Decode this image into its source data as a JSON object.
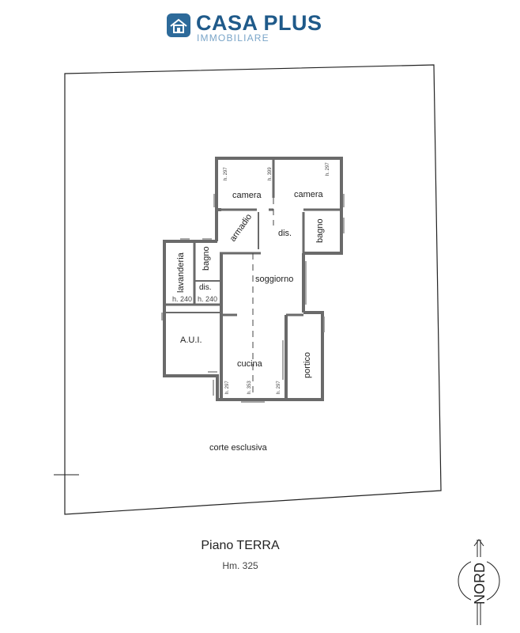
{
  "logo": {
    "brand": "CASA PLUS",
    "subtitle": "IMMOBILIARE",
    "icon": "house-icon",
    "brand_color": "#1f5a8a",
    "subtitle_color": "#7aa5c8"
  },
  "rooms": {
    "camera_left": "camera",
    "camera_right": "camera",
    "armadio": "armadio",
    "dis_top": "dis.",
    "bagno_right": "bagno",
    "lavanderia": "lavanderia",
    "bagno_left": "bagno",
    "dis_left": "dis.",
    "soggiorno": "soggiorno",
    "aui": "A.U.I.",
    "cucina": "cucina",
    "portico": "portico",
    "corte": "corte esclusiva"
  },
  "heights": {
    "h_297_a": "h. 297",
    "h_399": "h. 399",
    "h_297_b": "h. 297",
    "h_240_a": "h. 240",
    "h_240_b": "h. 240",
    "h_297_c": "h. 297",
    "h_353": "h. 353",
    "h_297_d": "h. 297"
  },
  "floor": {
    "title": "Piano TERRA",
    "height": "Hm. 325"
  },
  "compass": {
    "label": "NORD",
    "icon": "north-arrow-icon"
  },
  "colors": {
    "wall": "#6a6a6a",
    "line": "#222222"
  }
}
